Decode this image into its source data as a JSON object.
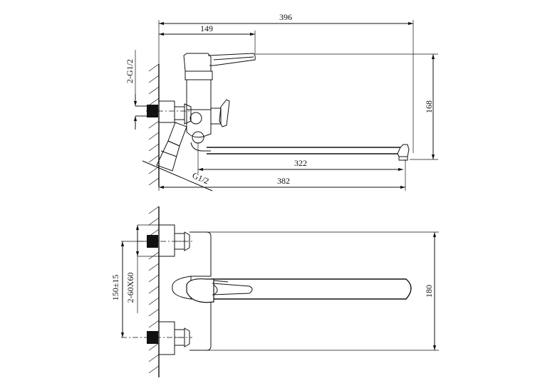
{
  "diagram": {
    "dimensions": {
      "overall_length": "396",
      "lever_offset": "149",
      "height": "168",
      "spout_length": "322",
      "connection_to_spout": "382",
      "inlet_thread": "2-G1/2",
      "outlet_thread": "G1/2",
      "inlet_spacing": "150±15",
      "mount_plate": "2-60X60",
      "depth": "180"
    },
    "colors": {
      "line": "#111111",
      "background": "#ffffff"
    }
  }
}
